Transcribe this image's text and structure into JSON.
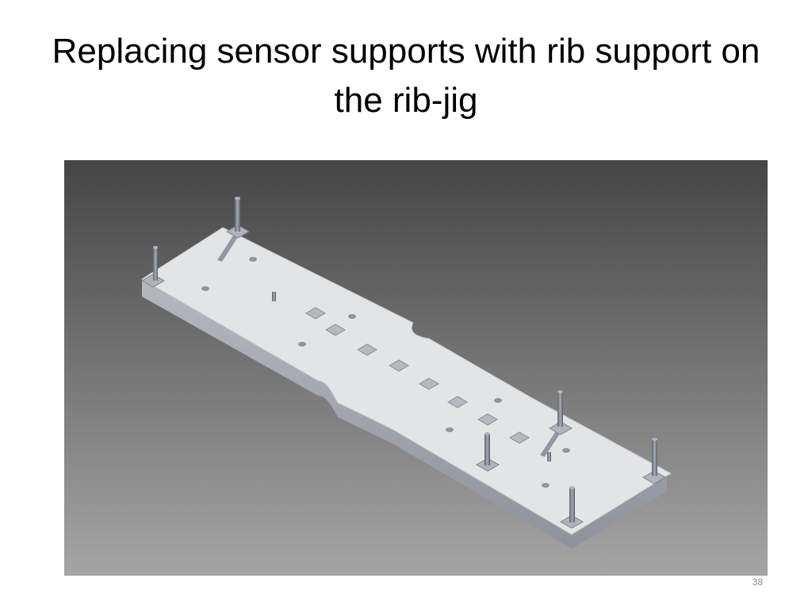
{
  "slide": {
    "title": "Replacing sensor supports with rib support on the rib-jig",
    "number": "38"
  },
  "figure": {
    "subject": "rib-jig-3d-render"
  },
  "colors": {
    "background_top": "#454545",
    "background_bottom": "#a4a4a4",
    "plate_top": "#e4e5e7",
    "plate_side": "#9ea2aa",
    "pin": "#7d828a"
  }
}
